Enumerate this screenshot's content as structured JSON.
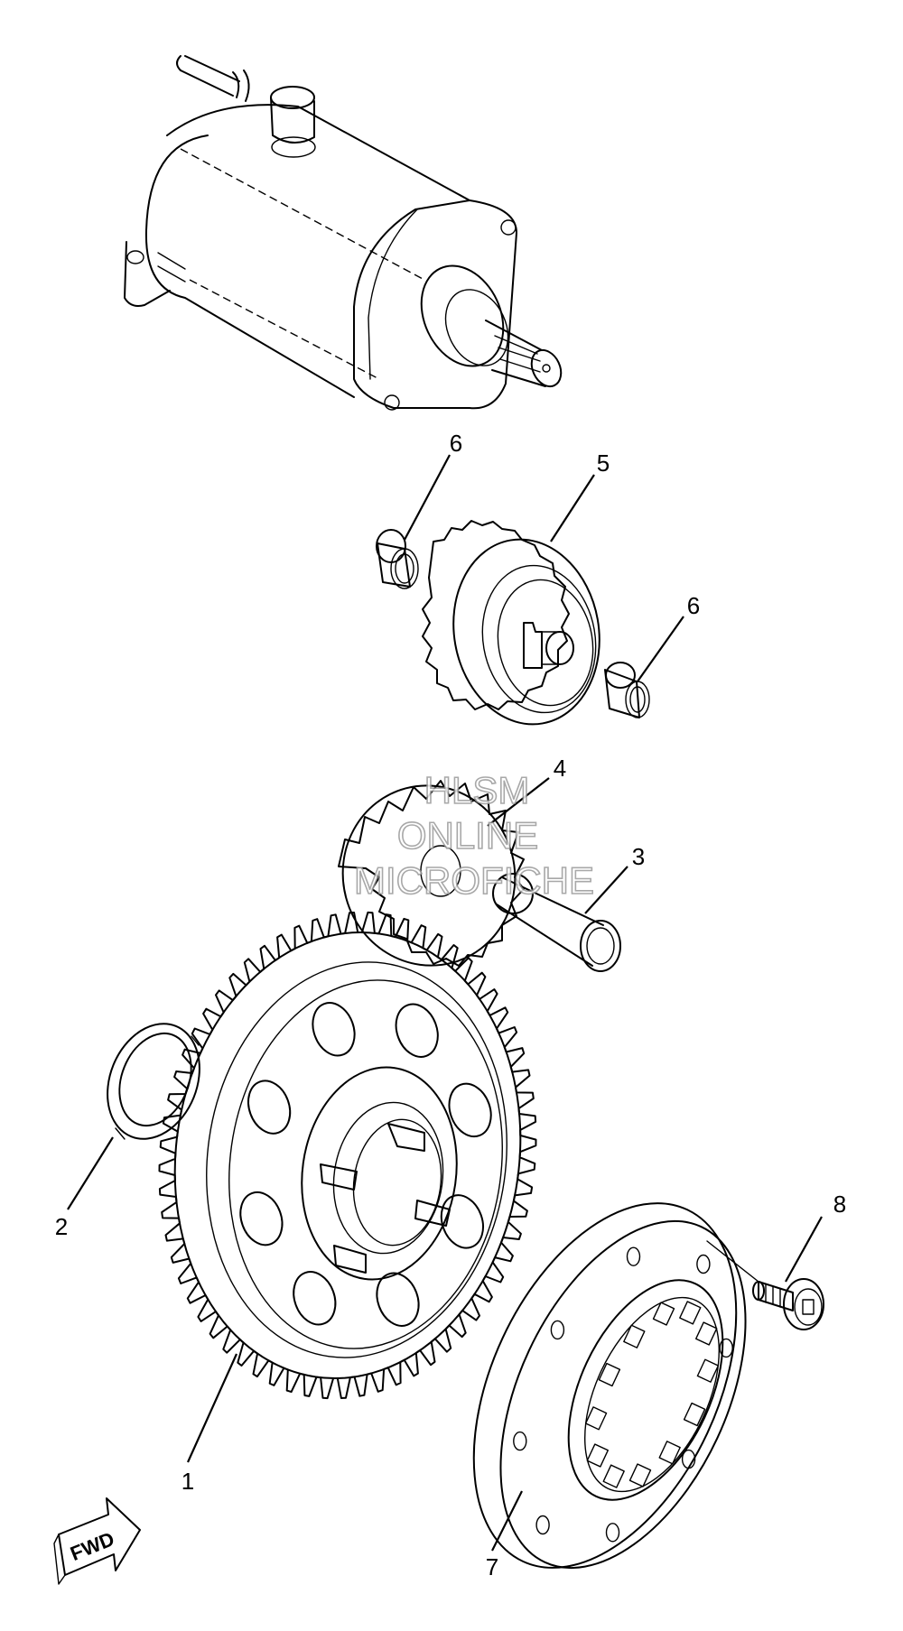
{
  "callouts": [
    {
      "id": "1",
      "label": "1"
    },
    {
      "id": "2",
      "label": "2"
    },
    {
      "id": "3",
      "label": "3"
    },
    {
      "id": "4",
      "label": "4"
    },
    {
      "id": "5",
      "label": "5"
    },
    {
      "id": "6a",
      "label": "6"
    },
    {
      "id": "6b",
      "label": "6"
    },
    {
      "id": "7",
      "label": "7"
    },
    {
      "id": "8",
      "label": "8"
    }
  ],
  "watermark": {
    "line1": "HLSM",
    "line2": "ONLINE",
    "line3": "MICROFICHE"
  },
  "direction_marker": {
    "label": "FWD"
  }
}
